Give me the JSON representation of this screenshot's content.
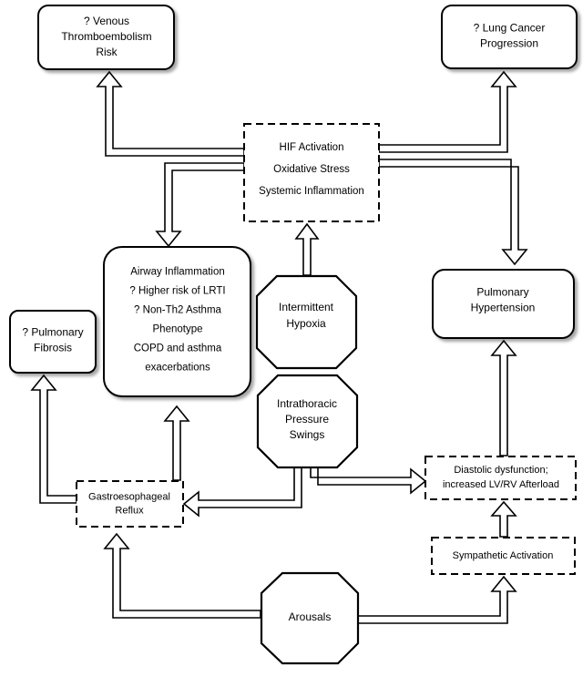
{
  "nodes": {
    "venous": {
      "lines": [
        "? Venous",
        "Thromboembolism",
        "Risk"
      ]
    },
    "lung_cancer": {
      "lines": [
        "? Lung Cancer",
        "Progression"
      ]
    },
    "hif_box": {
      "lines": [
        "HIF Activation",
        "Oxidative Stress",
        "Systemic Inflammation"
      ]
    },
    "airway": {
      "lines": [
        "Airway Inflammation",
        "? Higher risk of LRTI",
        "? Non-Th2  Asthma",
        "Phenotype",
        "COPD and asthma",
        "exacerbations"
      ]
    },
    "pulm_fibrosis": {
      "lines": [
        "? Pulmonary",
        "Fibrosis"
      ]
    },
    "pulm_htn": {
      "lines": [
        "Pulmonary",
        "Hypertension"
      ]
    },
    "hypoxia": {
      "lines": [
        "Intermittent",
        "Hypoxia"
      ]
    },
    "pressure": {
      "lines": [
        "Intrathoracic",
        "Pressure",
        "Swings"
      ]
    },
    "diastolic": {
      "lines": [
        "Diastolic dysfunction;",
        "increased LV/RV Afterload"
      ]
    },
    "gerd": {
      "lines": [
        "Gastroesophageal",
        "Reflux"
      ]
    },
    "sympathetic": {
      "lines": [
        "Sympathetic Activation"
      ]
    },
    "arousals": {
      "lines": [
        "Arousals"
      ]
    }
  }
}
